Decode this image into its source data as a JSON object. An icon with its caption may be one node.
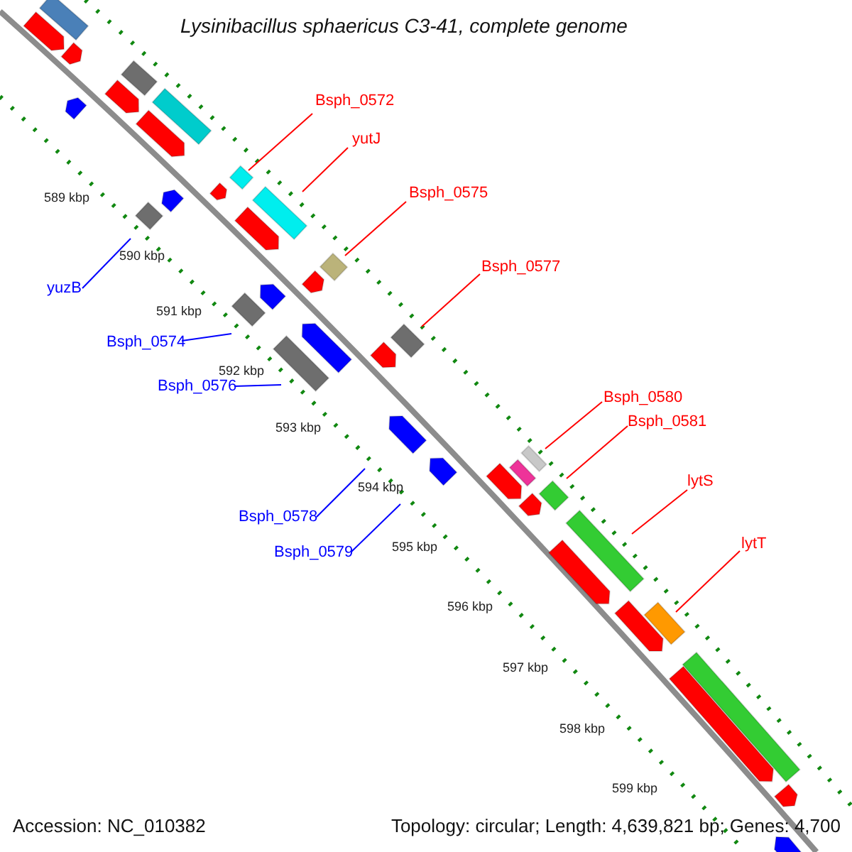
{
  "diagram": {
    "title": "Lysinibacillus sphaericus C3-41, complete genome",
    "nodes": [
      {
        "text": [
          "Bsph_0572"
        ]
      },
      {
        "text": [
          "yutJ"
        ]
      },
      {
        "text": [
          "Bsph_0575"
        ]
      },
      {
        "text": [
          "Bsph_0577"
        ]
      },
      {
        "text": [
          "yuzB"
        ]
      },
      {
        "text": [
          "Bsph_0574"
        ]
      },
      {
        "text": [
          "Bsph_0576"
        ]
      },
      {
        "text": [
          "Bsph_0580"
        ]
      },
      {
        "text": [
          "Bsph_0581"
        ]
      },
      {
        "text": [
          "lytS"
        ]
      },
      {
        "text": [
          "Bsph_0578"
        ]
      },
      {
        "text": [
          "Bsph_0579"
        ]
      },
      {
        "text": [
          "lytT"
        ]
      },
      {
        "text": [],
        "shape": "bar"
      },
      {
        "text": [],
        "shape": "bar"
      },
      {
        "text": [],
        "shape": "bar"
      },
      {
        "text": [],
        "shape": "bar"
      },
      {
        "text": [],
        "shape": "bar"
      },
      {
        "text": [],
        "shape": "bar"
      },
      {
        "text": [],
        "shape": "bar"
      },
      {
        "text": [],
        "shape": "bar"
      },
      {
        "text": [],
        "shape": "bar"
      },
      {
        "text": [],
        "shape": "bar"
      },
      {
        "text": [],
        "shape": "arrow"
      },
      {
        "text": [],
        "shape": "arrow"
      },
      {
        "text": [],
        "shape": "bar"
      },
      {
        "text": [],
        "shape": "bar"
      },
      {
        "text": [],
        "shape": "arrow"
      },
      {
        "text": [],
        "shape": "arrow"
      },
      {
        "text": [],
        "shape": "bar"
      },
      {
        "text": [],
        "shape": "bar"
      },
      {
        "text": [],
        "shape": "arrow"
      },
      {
        "text": [],
        "shape": "arrow"
      },
      {
        "text": [],
        "shape": "arrow"
      },
      {
        "text": [],
        "shape": "arrow"
      },
      {
        "text": [],
        "shape": "arrow"
      },
      {
        "text": [],
        "shape": "arrow"
      },
      {
        "text": [],
        "shape": "arrow"
      },
      {
        "text": [],
        "shape": "arrow"
      },
      {
        "text": [],
        "shape": "arrow"
      },
      {
        "text": [],
        "shape": "arrow"
      },
      {
        "text": [],
        "shape": "bar"
      },
      {
        "text": [],
        "shape": "arrow"
      },
      {
        "text": [],
        "shape": "arrow"
      },
      {
        "text": [],
        "shape": "arrow"
      },
      {
        "text": [],
        "shape": "arrow"
      },
      {
        "text": [],
        "shape": "bar"
      },
      {
        "text": [],
        "shape": "arrow"
      },
      {
        "text": [],
        "shape": "arrow"
      },
      {
        "text": [],
        "shape": "arrow"
      }
    ],
    "edges": [
      {
        "from": 0,
        "to": 13,
        "arrow": "none"
      },
      {
        "from": 1,
        "to": 14,
        "arrow": "none"
      },
      {
        "from": 2,
        "to": 15,
        "arrow": "none"
      },
      {
        "from": 3,
        "to": 16,
        "arrow": "none"
      },
      {
        "from": 4,
        "to": 17,
        "arrow": "none",
        "color": "#0000ff"
      },
      {
        "from": 5,
        "to": 18,
        "arrow": "none",
        "color": "#0000ff"
      },
      {
        "from": 6,
        "to": 19,
        "arrow": "none",
        "color": "#0000ff"
      },
      {
        "from": 7,
        "to": 20,
        "arrow": "none"
      },
      {
        "from": 8,
        "to": 21,
        "arrow": "none"
      },
      {
        "from": 9,
        "to": 22,
        "arrow": "none"
      },
      {
        "from": 10,
        "to": 23,
        "arrow": "none",
        "color": "#0000ff"
      },
      {
        "from": 11,
        "to": 24,
        "arrow": "none",
        "color": "#0000ff"
      },
      {
        "from": 12,
        "to": 25,
        "arrow": "none"
      }
    ],
    "labels": [
      "589 kbp",
      "590 kbp",
      "591 kbp",
      "592 kbp",
      "593 kbp",
      "594 kbp",
      "595 kbp",
      "596 kbp",
      "597 kbp",
      "598 kbp",
      "599 kbp",
      "Accession: NC_010382",
      "Topology: circular; Length: 4,639,821 bp; Genes: 4,700"
    ]
  }
}
